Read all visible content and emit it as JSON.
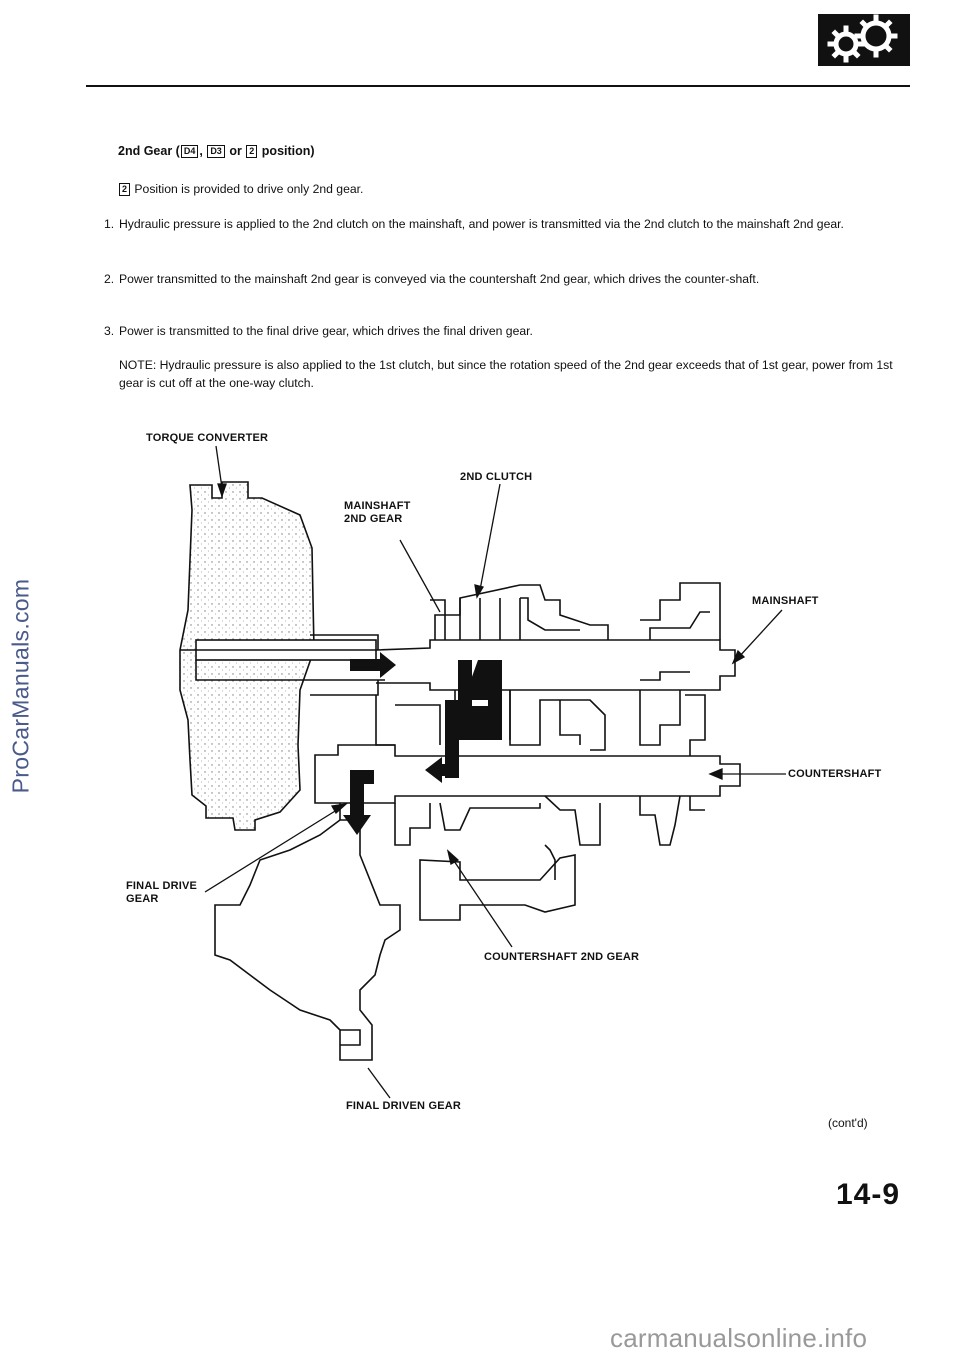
{
  "page": {
    "heading_prefix": "2nd Gear (",
    "heading_d4": "D4",
    "heading_sep1": ",",
    "heading_d3": "D3",
    "heading_or": "or",
    "heading_2": "2",
    "heading_suffix": "position)",
    "intro_box": "2",
    "intro_text": "Position is provided to drive only 2nd gear.",
    "items": [
      {
        "num": "1.",
        "text": "Hydraulic pressure is applied to the 2nd clutch on the mainshaft, and power is transmitted via the 2nd clutch to the mainshaft 2nd gear."
      },
      {
        "num": "2.",
        "text": "Power transmitted to the mainshaft 2nd gear is conveyed via the countershaft 2nd gear, which drives the counter-shaft."
      },
      {
        "num": "3.",
        "text": "Power is transmitted to the final drive gear, which drives the final driven gear."
      }
    ],
    "note": "NOTE: Hydraulic pressure is also applied to the 1st clutch, but since the rotation speed of the 2nd gear exceeds that of 1st gear, power from 1st gear is cut off at the one-way clutch.",
    "cont": "(cont'd)",
    "page_number": "14-9"
  },
  "diagram": {
    "labels": {
      "torque_converter": "TORQUE CONVERTER",
      "second_clutch": "2ND CLUTCH",
      "mainshaft_2nd_gear_1": "MAINSHAFT",
      "mainshaft_2nd_gear_2": "2ND GEAR",
      "mainshaft": "MAINSHAFT",
      "countershaft": "COUNTERSHAFT",
      "final_drive_gear_1": "FINAL DRIVE",
      "final_drive_gear_2": "GEAR",
      "countershaft_2nd_gear": "COUNTERSHAFT 2ND GEAR",
      "final_driven_gear": "FINAL DRIVEN GEAR"
    }
  },
  "watermarks": {
    "left": "ProCarManuals.com",
    "bottom": "carmanualsonline.info"
  }
}
